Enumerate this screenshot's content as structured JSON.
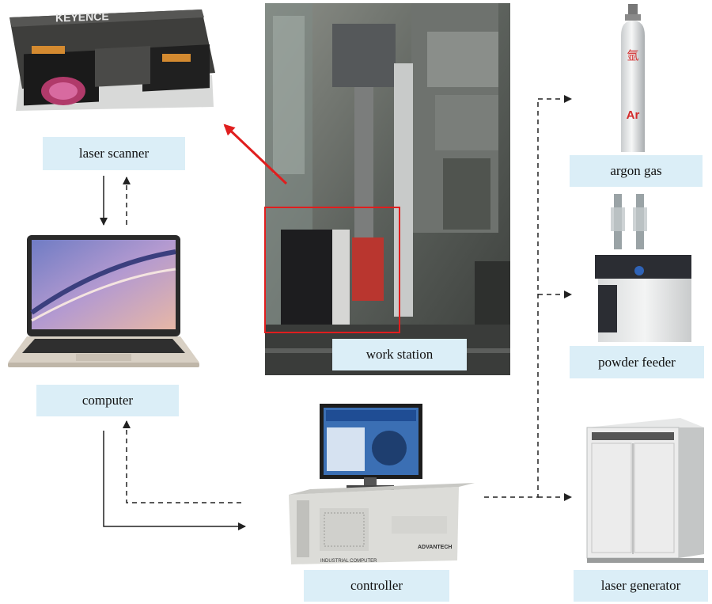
{
  "labels": {
    "laser_scanner": "laser scanner",
    "computer": "computer",
    "work_station": "work station",
    "controller": "controller",
    "argon_gas": "argon gas",
    "powder_feeder": "powder feeder",
    "laser_generator": "laser generator"
  },
  "device_text": {
    "scanner_brand": "KEYENCE",
    "argon_symbol": "Ar",
    "argon_chinese": "氩",
    "controller_brand": "ADVANTECH",
    "controller_model": "INDUSTRIAL COMPUTER"
  },
  "colors": {
    "label_bg": "#dbeef7",
    "red_highlight": "#e01e1e",
    "arrow": "#222222"
  }
}
